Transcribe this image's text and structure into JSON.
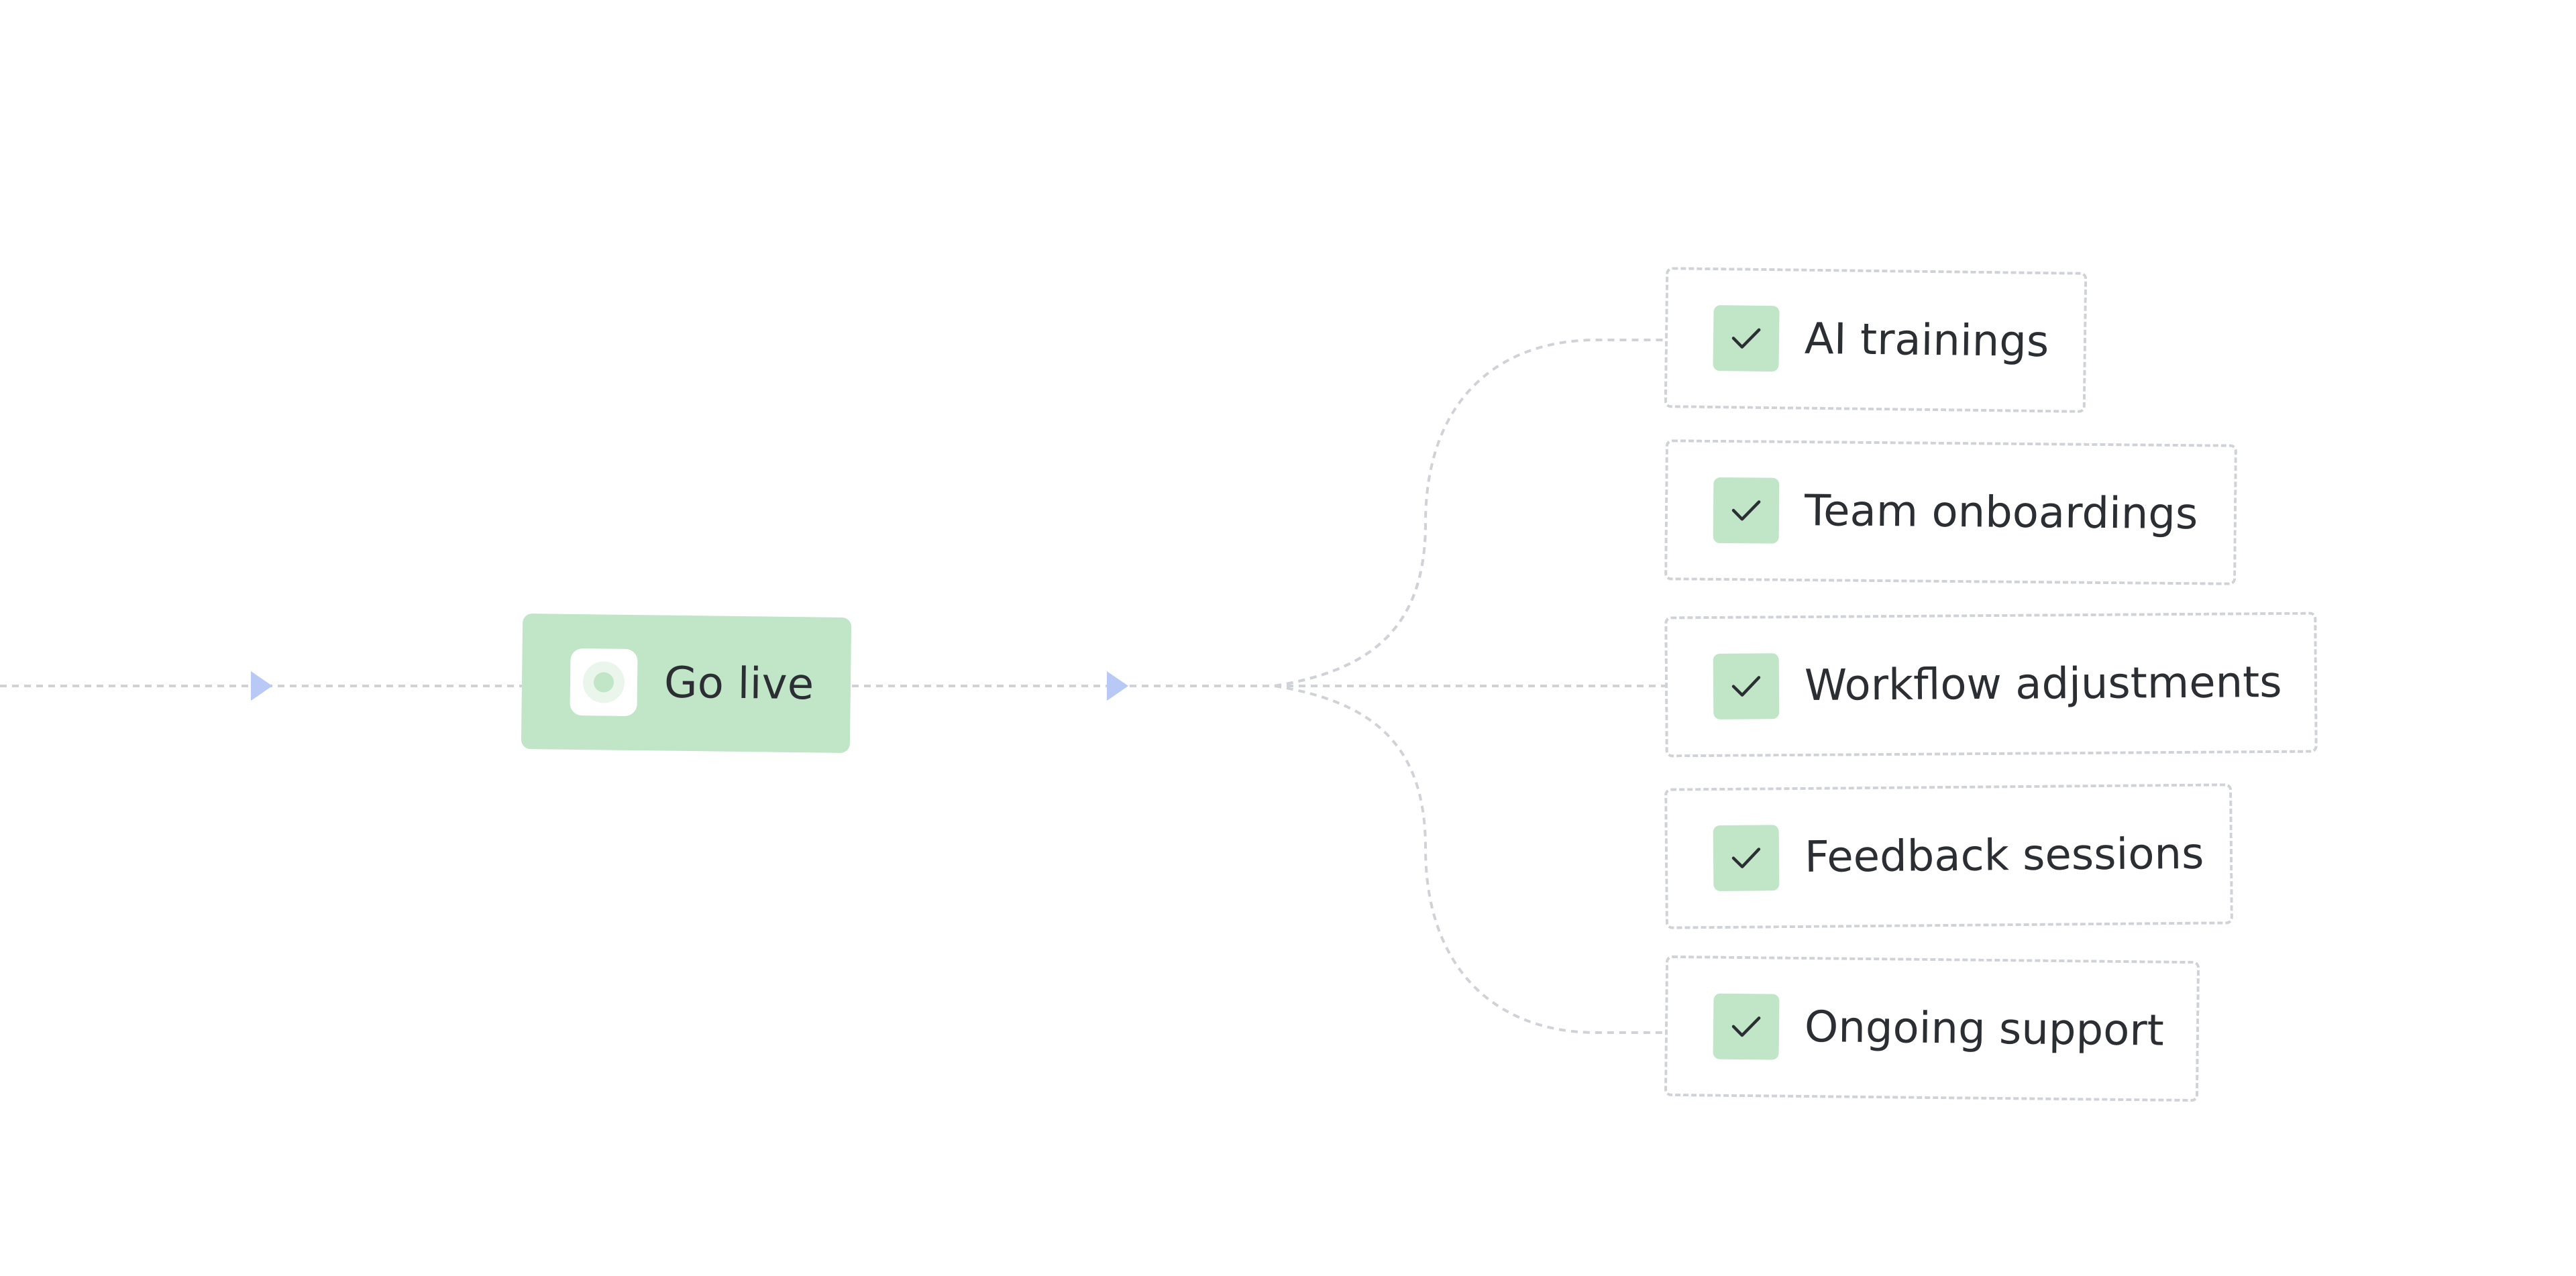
{
  "milestone": {
    "label": "Go live",
    "icon": "target-circle-icon",
    "color": "#c1e6c7"
  },
  "connector": {
    "line_color": "#cfd2d6",
    "arrow_color": "#b8c9f6"
  },
  "tasks": [
    {
      "label": "AI trainings",
      "icon": "checkmark-icon"
    },
    {
      "label": "Team onboardings",
      "icon": "checkmark-icon"
    },
    {
      "label": "Workflow adjustments",
      "icon": "checkmark-icon"
    },
    {
      "label": "Feedback sessions",
      "icon": "checkmark-icon"
    },
    {
      "label": "Ongoing support",
      "icon": "checkmark-icon"
    }
  ]
}
